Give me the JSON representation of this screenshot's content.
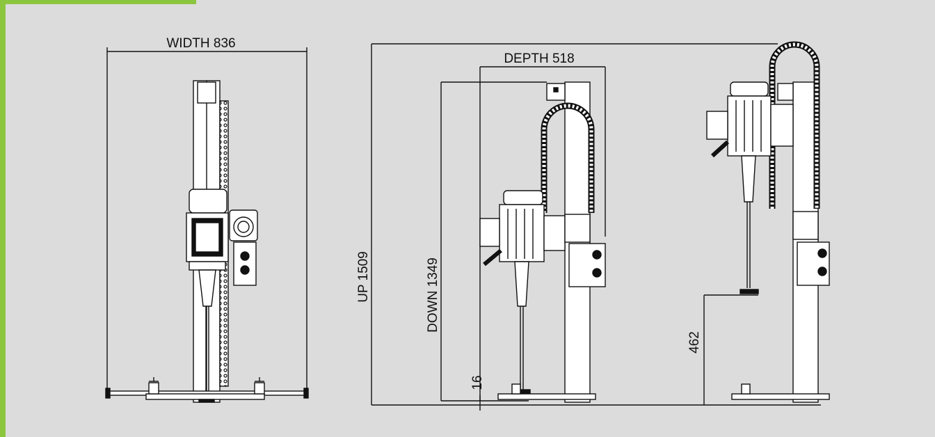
{
  "colors": {
    "background": "#dcdcdc",
    "accent": "#8cc63f",
    "line": "#111111"
  },
  "dimensions": {
    "width_label": "WIDTH 836",
    "depth_label": "DEPTH 518",
    "up_label": "UP 1509",
    "down_label": "DOWN 1349",
    "bottom_clearance_label": "16",
    "raised_clearance_label": "462"
  }
}
